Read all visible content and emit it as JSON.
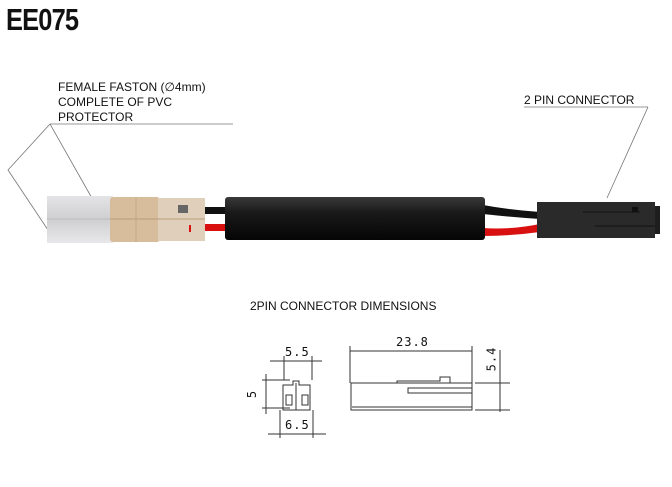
{
  "title": "EE075",
  "labels": {
    "faston_line1": "FEMALE FASTON (∅4mm)",
    "faston_line2": "COMPLETE OF PVC",
    "faston_line3": "PROTECTOR",
    "connector": "2 PIN CONNECTOR",
    "dimensions_title": "2PIN CONNECTOR  DIMENSIONS"
  },
  "dimensions": {
    "front_top_width": "5.5",
    "front_height": "5",
    "front_bottom_width": "6.5",
    "side_length": "23.8",
    "side_height": "5.4"
  },
  "colors": {
    "wire_black": "#111111",
    "wire_red": "#d81010",
    "sheath": "#1c1c1c",
    "faston_tan": "#d9c3a6",
    "connector": "#2a2a2a"
  }
}
